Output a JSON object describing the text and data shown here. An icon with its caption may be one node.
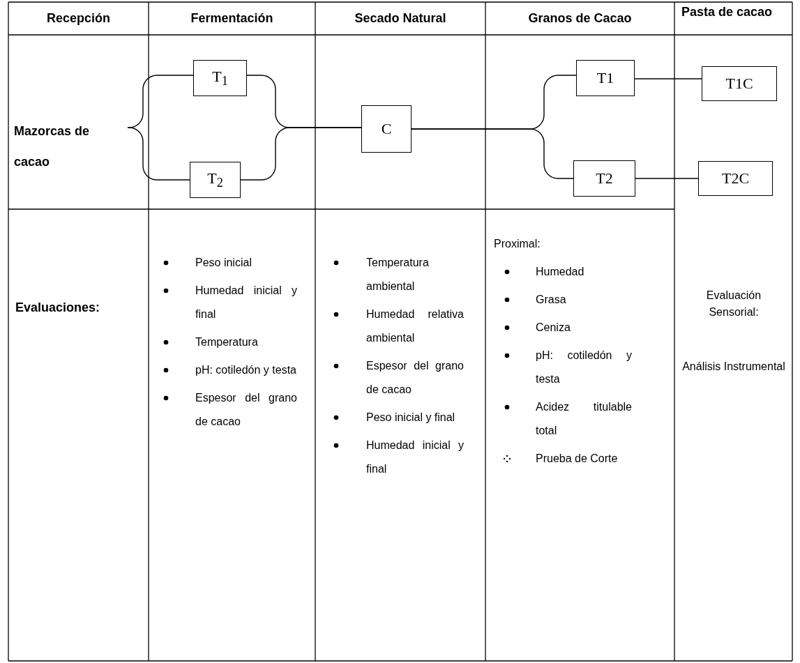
{
  "diagram": {
    "nodes": [
      {
        "text": [
          "Mazorcas de cacao"
        ]
      },
      {
        "text": [
          "T$_{1}$"
        ]
      },
      {
        "text": [
          "T$_{2}$"
        ]
      },
      {
        "text": [
          "C"
        ]
      },
      {
        "text": [
          "T1"
        ]
      },
      {
        "text": [
          "T1C"
        ]
      },
      {
        "text": [
          "T2"
        ]
      },
      {
        "text": [
          "T2C"
        ]
      }
    ],
    "edges": [
      {
        "from": 0,
        "to": 1,
        "arrow": "none"
      },
      {
        "from": 0,
        "to": 2,
        "arrow": "none"
      },
      {
        "from": 1,
        "to": 3,
        "arrow": "none"
      },
      {
        "from": 2,
        "to": 3,
        "arrow": "none"
      },
      {
        "from": 3,
        "to": 4,
        "arrow": "none"
      },
      {
        "from": 3,
        "to": 6,
        "arrow": "none"
      },
      {
        "from": 4,
        "to": 5,
        "arrow": "none"
      },
      {
        "from": 6,
        "to": 7,
        "arrow": "none"
      }
    ],
    "labels": [
      "Recepción",
      "Fermentación",
      "Secado Natural",
      "Granos de Cacao",
      "Pasta de cacao",
      "Evaluaciones:",
      "Peso inicial",
      "Humedad inicial y final",
      "Temperatura",
      "pH: cotiledón y testa",
      "Espesor del grano de cacao",
      "Temperatura ambiental",
      "Humedad relativa ambiental",
      "Espesor del grano de cacao",
      "Peso inicial y final",
      "Humedad inicial y final",
      "Proximal:",
      "Humedad",
      "Grasa",
      "Ceniza",
      "pH: cotiledón y testa",
      "Acidez titulable total",
      "Prueba de Corte",
      "Evaluación Sensorial:",
      "Análisis Instrumental"
    ]
  }
}
